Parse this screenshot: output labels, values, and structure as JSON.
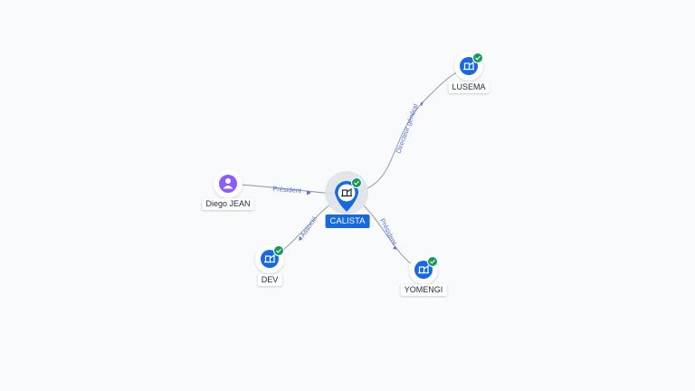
{
  "nodes": {
    "center": {
      "label": "CALISTA",
      "type": "company",
      "verified": true
    },
    "diego": {
      "label": "Diego JEAN",
      "type": "person"
    },
    "dev": {
      "label": "DEV",
      "type": "company",
      "verified": true
    },
    "lusema": {
      "label": "LUSEMA",
      "type": "company",
      "verified": true
    },
    "yomengi": {
      "label": "YOMENGI",
      "type": "company",
      "verified": true
    }
  },
  "edges": {
    "diego_center": {
      "label": "Président"
    },
    "center_dev": {
      "label": "Associé"
    },
    "center_lusema": {
      "label": "Directeur général"
    },
    "center_yomengi": {
      "label": "Président"
    }
  },
  "icons": {
    "company": "building-icon",
    "person": "person-icon",
    "verified": "verified-check-icon"
  },
  "colors": {
    "background": "#f8fafc",
    "company_blue": "#1769e0",
    "person_purple": "#8b5cf6",
    "verified_green": "#159a5a",
    "edge_line": "#8a94a6",
    "edge_text": "#5b6fd6"
  }
}
